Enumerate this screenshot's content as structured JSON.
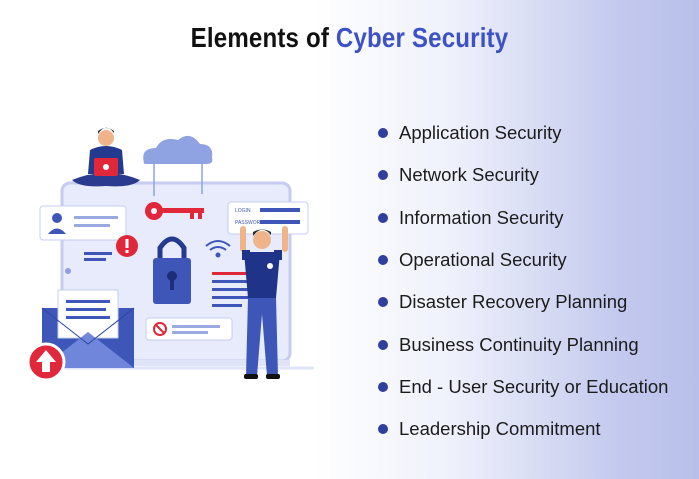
{
  "title": {
    "prefix": "Elements of",
    "accent": "Cyber Security"
  },
  "illustration": {
    "login_label": "LOGIN",
    "password_label": "PASSWORD",
    "icons": [
      "computer-monitor-icon",
      "cloud-icon",
      "key-icon",
      "padlock-icon",
      "wifi-icon",
      "envelope-icon",
      "upload-arrow-icon",
      "warning-icon",
      "blocked-icon",
      "user-profile-icon"
    ]
  },
  "items": [
    "Application Security",
    "Network Security",
    "Information Security",
    "Operational Security",
    "Disaster Recovery Planning",
    "Business Continuity Planning",
    "End - User Security or Education",
    "Leadership Commitment"
  ],
  "colors": {
    "accent": "#3d52c4",
    "bullet": "#2f3f9e",
    "illustration_blue": "#3d56b8",
    "danger": "#e0283a"
  }
}
